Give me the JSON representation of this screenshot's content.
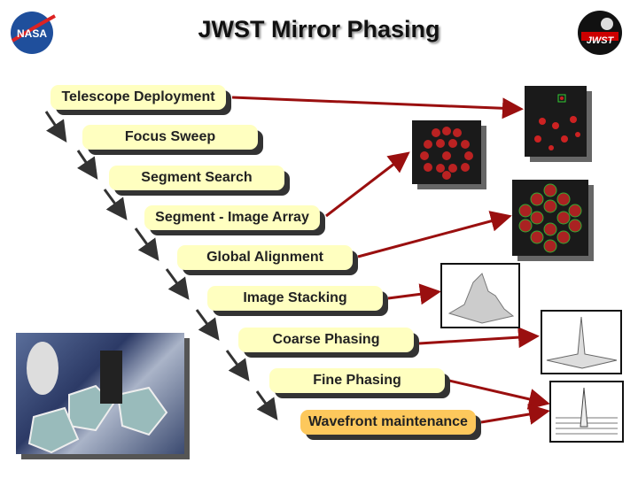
{
  "title": "JWST Mirror Phasing",
  "logos": {
    "left": "NASA",
    "right": "JWST"
  },
  "steps": [
    {
      "label": "Telescope Deployment"
    },
    {
      "label": "Focus Sweep"
    },
    {
      "label": "Segment Search"
    },
    {
      "label": "Segment - Image Array"
    },
    {
      "label": "Global Alignment"
    },
    {
      "label": "Image Stacking"
    },
    {
      "label": "Coarse Phasing"
    },
    {
      "label": "Fine Phasing"
    },
    {
      "label": "Wavefront maintenance"
    }
  ],
  "colors": {
    "box": "#ffffc0",
    "active": "#fdc85c",
    "arrow": "#9a0f0f"
  }
}
